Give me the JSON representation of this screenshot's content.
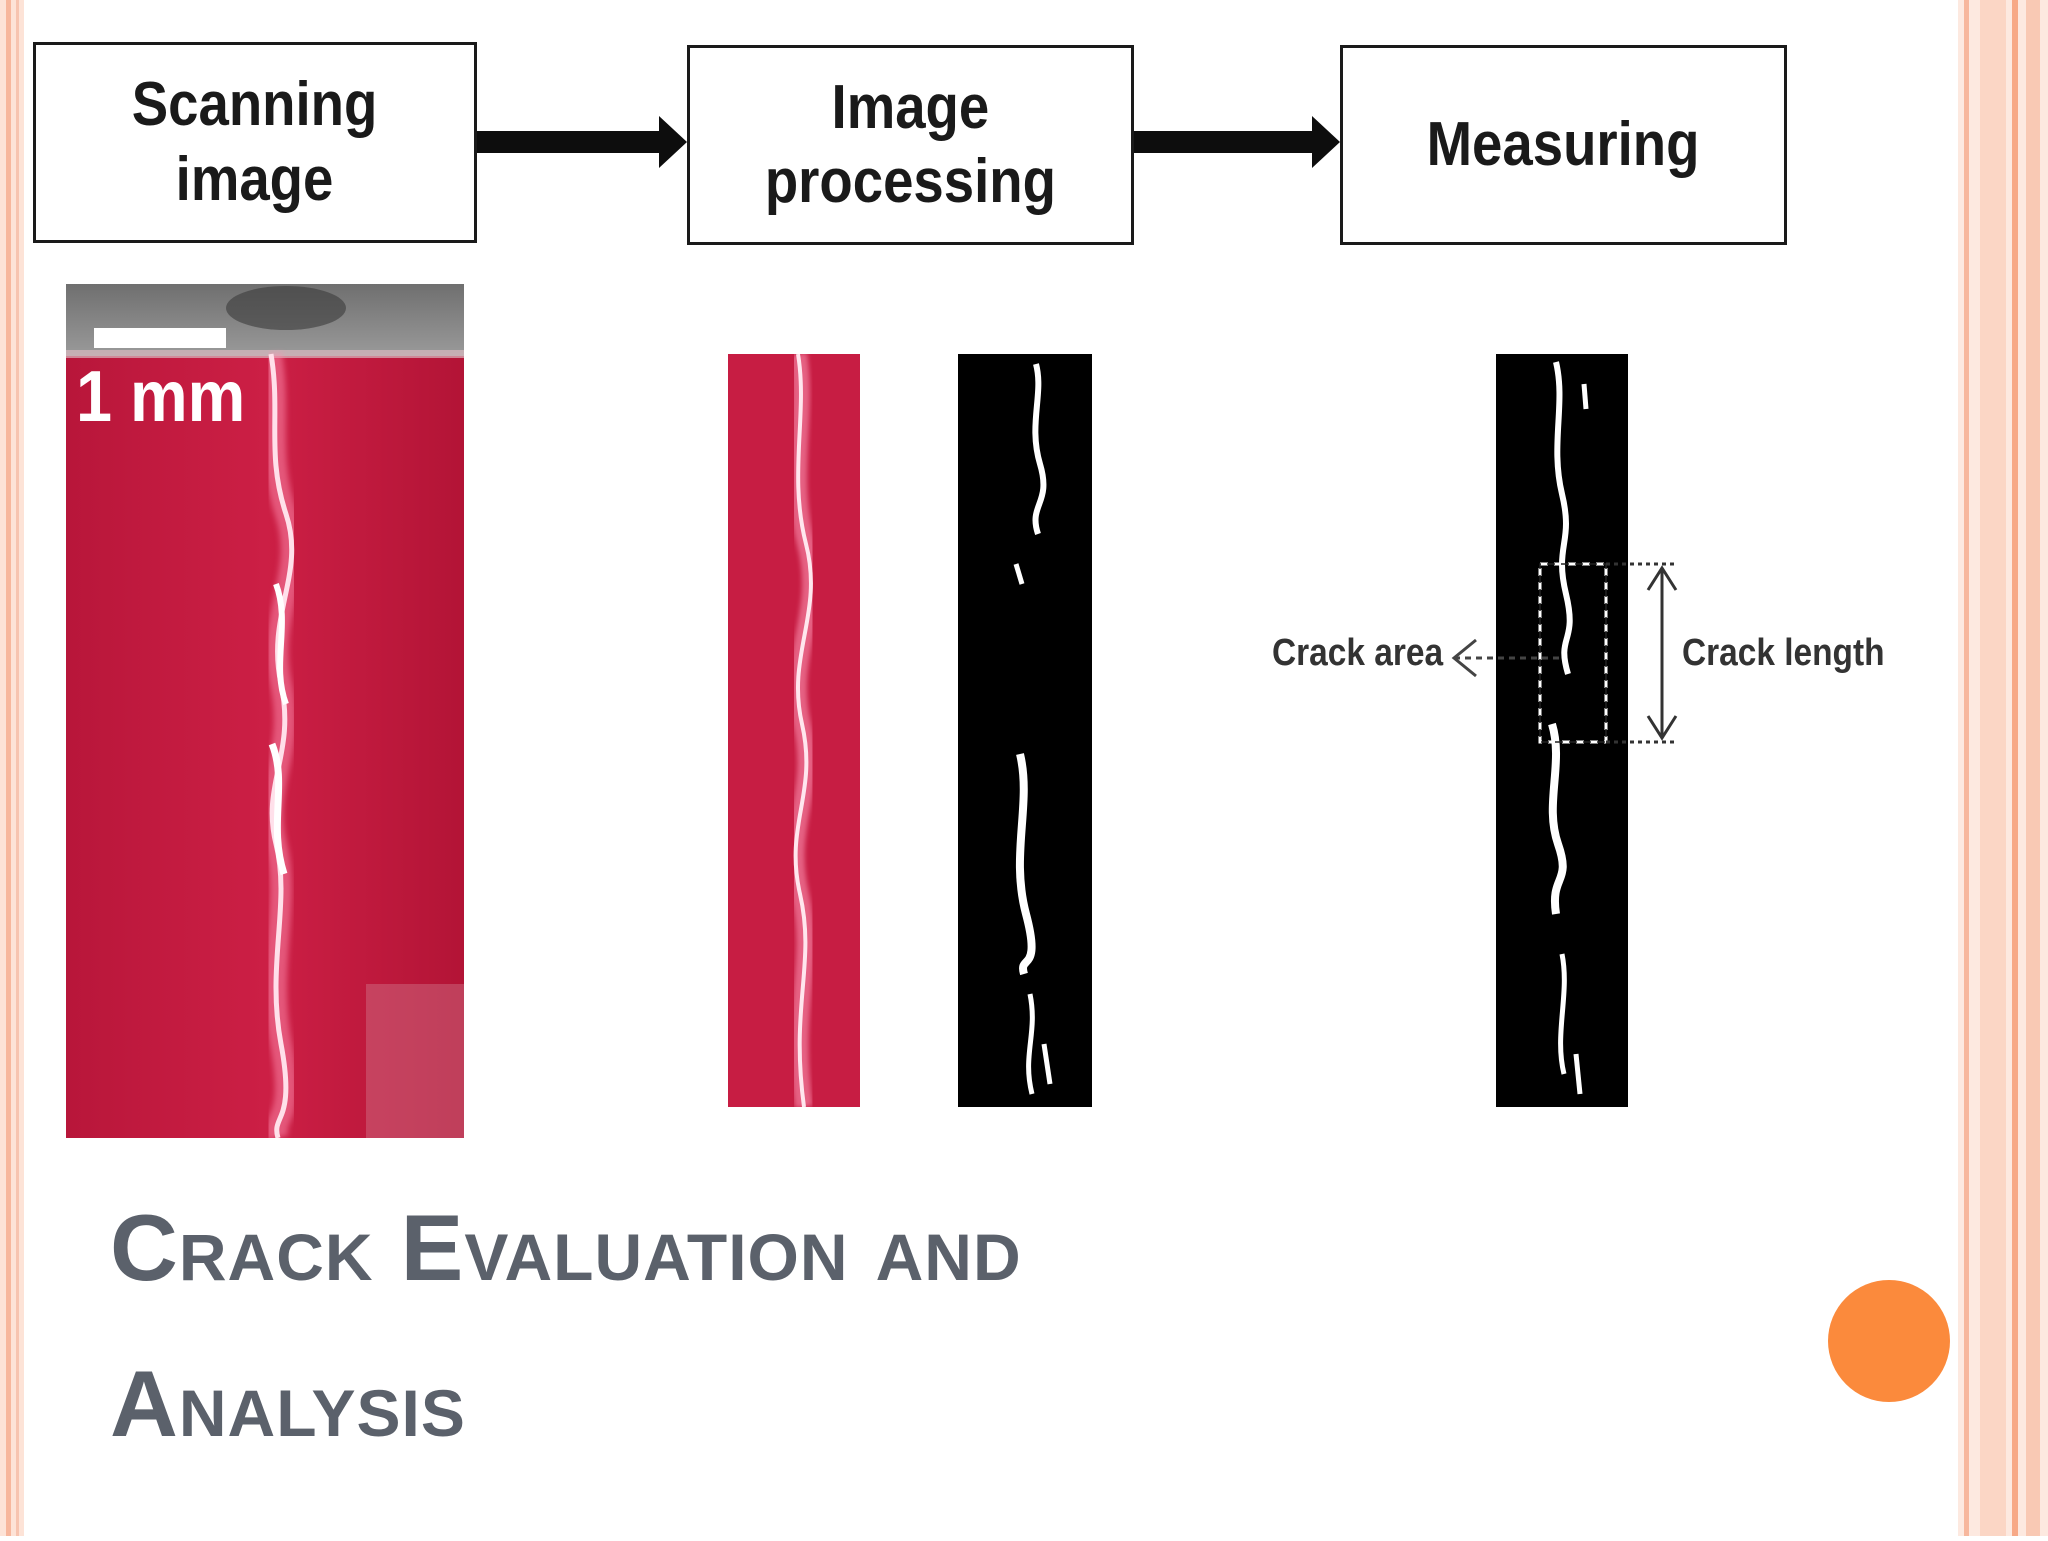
{
  "diagram": {
    "steps": [
      {
        "label": "Scanning\nimage"
      },
      {
        "label": "Image\nprocessing"
      },
      {
        "label": "Measuring"
      }
    ],
    "scale_label": "1 mm",
    "annotations": {
      "crack_area": "Crack area",
      "crack_length": "Crack length"
    }
  },
  "slide": {
    "title_line1": "Crack Evaluation and",
    "title_line2": "Analysis"
  },
  "colors": {
    "sample_red": "#c41a3e",
    "accent_orange": "#fb8a3c",
    "border_peach": "#f7c4b0",
    "title_gray": "#5b616b"
  }
}
